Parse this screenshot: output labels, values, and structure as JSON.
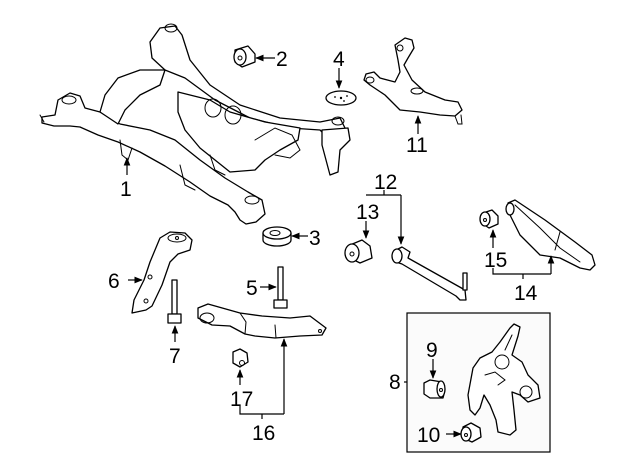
{
  "diagram": {
    "title": "Rear suspension crossmember & arms",
    "callouts": {
      "c1": "1",
      "c2": "2",
      "c3": "3",
      "c4": "4",
      "c5": "5",
      "c6": "6",
      "c7": "7",
      "c8": "8",
      "c9": "9",
      "c10": "10",
      "c11": "11",
      "c12": "12",
      "c13": "13",
      "c14": "14",
      "c15": "15",
      "c16": "16",
      "c17": "17"
    },
    "colors": {
      "line": "#000000",
      "background": "#ffffff",
      "inset_fill": "#fbfbfb"
    }
  }
}
